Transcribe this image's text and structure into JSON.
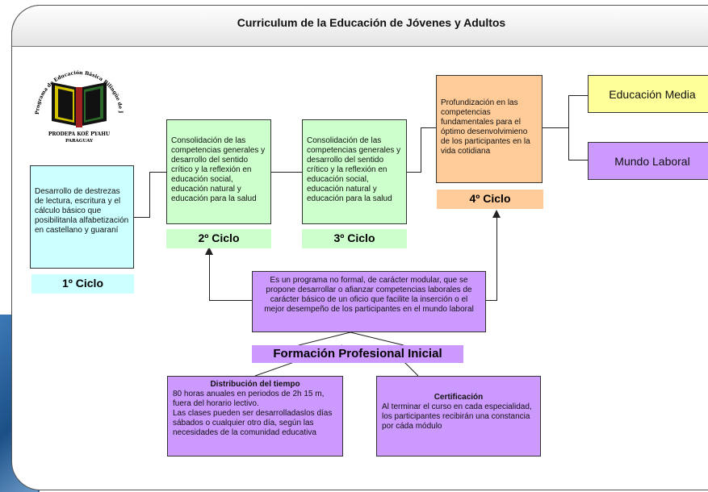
{
  "title": "Curriculum de la Educación de Jóvenes y Adultos",
  "logo": {
    "arc_text": "Programa de Educación Básica Bilingüe de Jóvenes y Adultos",
    "caption_line1": "PRODEPA KOÊ PYAHU",
    "caption_line2": "PARAGUAY"
  },
  "ciclo1": {
    "text": "Desarrollo de destrezas de lectura, escritura y el cálculo básico que posibilitanla alfabetización en castellano y guaraní",
    "label": "1º Ciclo"
  },
  "ciclo2": {
    "text": "Consolidación de las competencias generales y desarrollo del sentido crítico y la reflexión en educación social, educación natural y educación para la salud",
    "label": "2º Ciclo"
  },
  "ciclo3": {
    "text": "Consolidación de las competencias generales y desarrollo del sentido crítico y la reflexión en educación social, educación natural y educación para la salud",
    "label": "3º Ciclo"
  },
  "ciclo4": {
    "text": "Profundización en las competencias fundamentales para el óptimo desenvolvimieno de los participantes en la vida cotidiana",
    "label": "4º Ciclo"
  },
  "educacion_media": "Educación Media",
  "mundo_laboral": "Mundo Laboral",
  "fpi": {
    "description": "Es un programa no formal, de carácter modular, que se propone desarrollar o afianzar competencias laborales de carácter básico de un oficio que facilite la inserción o el mejor desempeño de los participantes en el mundo laboral",
    "label": "Formación Profesional Inicial"
  },
  "distribucion": {
    "title": "Distribución del tiempo",
    "line1": "80 horas anuales en periodos de 2h 15 m, fuera del horario lectivo.",
    "line2": "Las clases pueden ser desarrolladaslos días sábados o cualquier otro día, según las necesidades de la comunidad educativa"
  },
  "certificacion": {
    "title": "Certificación",
    "text": "Al terminar el curso en cada especialidad, los participantes recibirán una constancia por cáda módulo"
  },
  "colors": {
    "cyan": "#ccffff",
    "green": "#ccffcc",
    "orange": "#ffcc99",
    "yellow": "#ffff99",
    "purple": "#cc99ff"
  }
}
